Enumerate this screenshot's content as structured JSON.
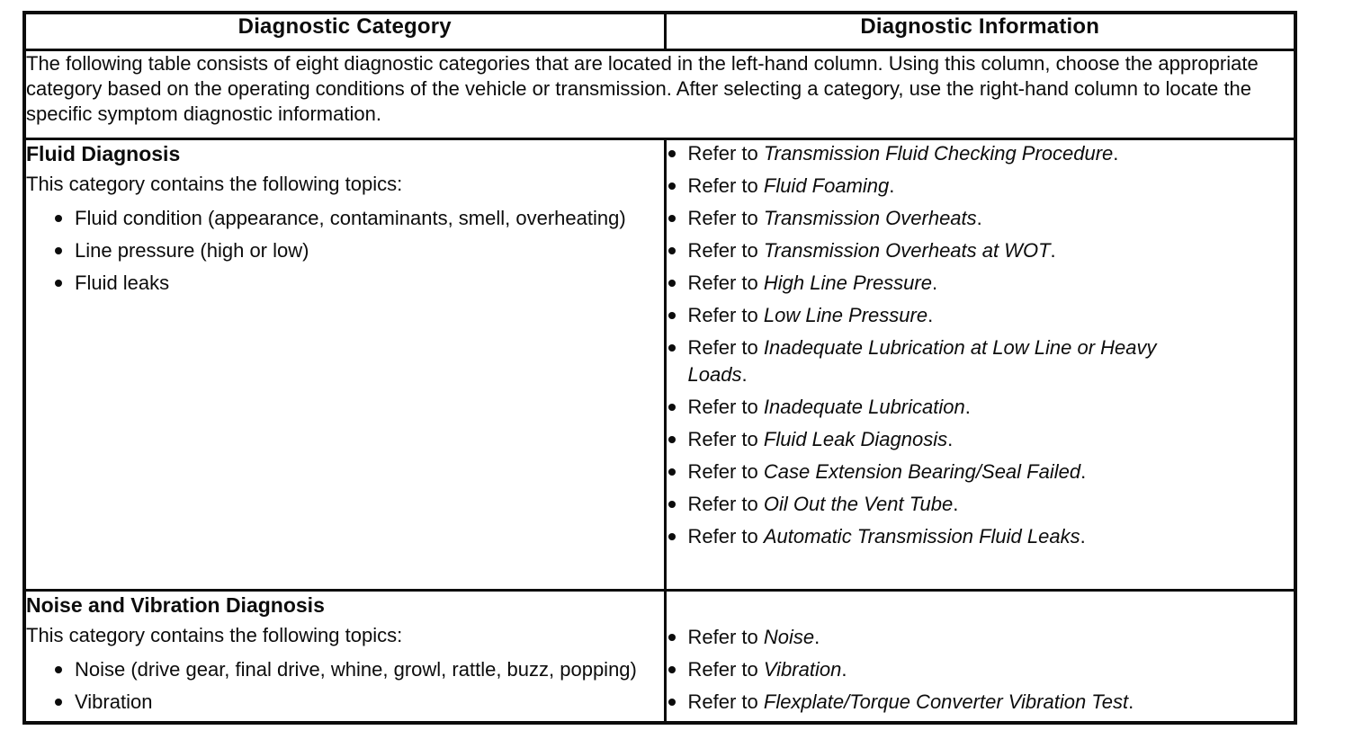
{
  "colors": {
    "ink": "#0c0c0c",
    "paper": "#ffffff"
  },
  "table": {
    "header": {
      "left": "Diagnostic Category",
      "right": "Diagnostic Information"
    },
    "intro": "The following table consists of eight diagnostic categories that are located in the left-hand column. Using this column, choose the appropriate category based on the operating conditions of the vehicle or transmission. After selecting a category, use the right-hand column to locate the specific symptom diagnostic information.",
    "rows": [
      {
        "category": {
          "title": "Fluid Diagnosis",
          "subtitle": "This category contains the following topics:",
          "topics": [
            "Fluid condition (appearance, contaminants, smell, overheating)",
            "Line pressure (high or low)",
            "Fluid leaks"
          ]
        },
        "information": [
          {
            "prefix": "Refer to ",
            "title": "Transmission Fluid Checking Procedure",
            "suffix": "."
          },
          {
            "prefix": "Refer to ",
            "title": "Fluid Foaming",
            "suffix": "."
          },
          {
            "prefix": "Refer to ",
            "title": "Transmission Overheats",
            "suffix": "."
          },
          {
            "prefix": "Refer to ",
            "title": "Transmission Overheats at WOT",
            "suffix": "."
          },
          {
            "prefix": "Refer to ",
            "title": "High Line Pressure",
            "suffix": "."
          },
          {
            "prefix": "Refer to ",
            "title": "Low Line Pressure",
            "suffix": "."
          },
          {
            "prefix": "Refer to ",
            "title": "Inadequate Lubrication at Low Line or Heavy Loads",
            "suffix": "."
          },
          {
            "prefix": "Refer to ",
            "title": "Inadequate Lubrication",
            "suffix": "."
          },
          {
            "prefix": "Refer to ",
            "title": "Fluid Leak Diagnosis",
            "suffix": "."
          },
          {
            "prefix": "Refer to ",
            "title": "Case Extension Bearing/Seal Failed",
            "suffix": "."
          },
          {
            "prefix": "Refer to ",
            "title": "Oil Out the Vent Tube",
            "suffix": "."
          },
          {
            "prefix": "Refer to ",
            "title": "Automatic Transmission Fluid Leaks",
            "suffix": "."
          }
        ]
      },
      {
        "category": {
          "title": "Noise and Vibration Diagnosis",
          "subtitle": "This category contains the following topics:",
          "topics": [
            "Noise (drive gear, final drive, whine, growl, rattle, buzz, popping)",
            "Vibration"
          ]
        },
        "information": [
          {
            "prefix": "Refer to ",
            "title": "Noise",
            "suffix": "."
          },
          {
            "prefix": "Refer to ",
            "title": "Vibration",
            "suffix": "."
          },
          {
            "prefix": "Refer to ",
            "title": "Flexplate/Torque Converter Vibration Test",
            "suffix": "."
          }
        ]
      }
    ]
  }
}
